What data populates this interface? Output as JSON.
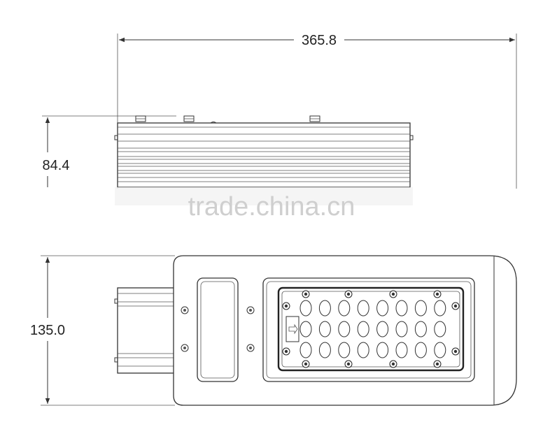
{
  "dimensions": {
    "width": "365.8",
    "height": "84.4",
    "depth": "135.0"
  },
  "watermark": "trade.china.cn"
}
